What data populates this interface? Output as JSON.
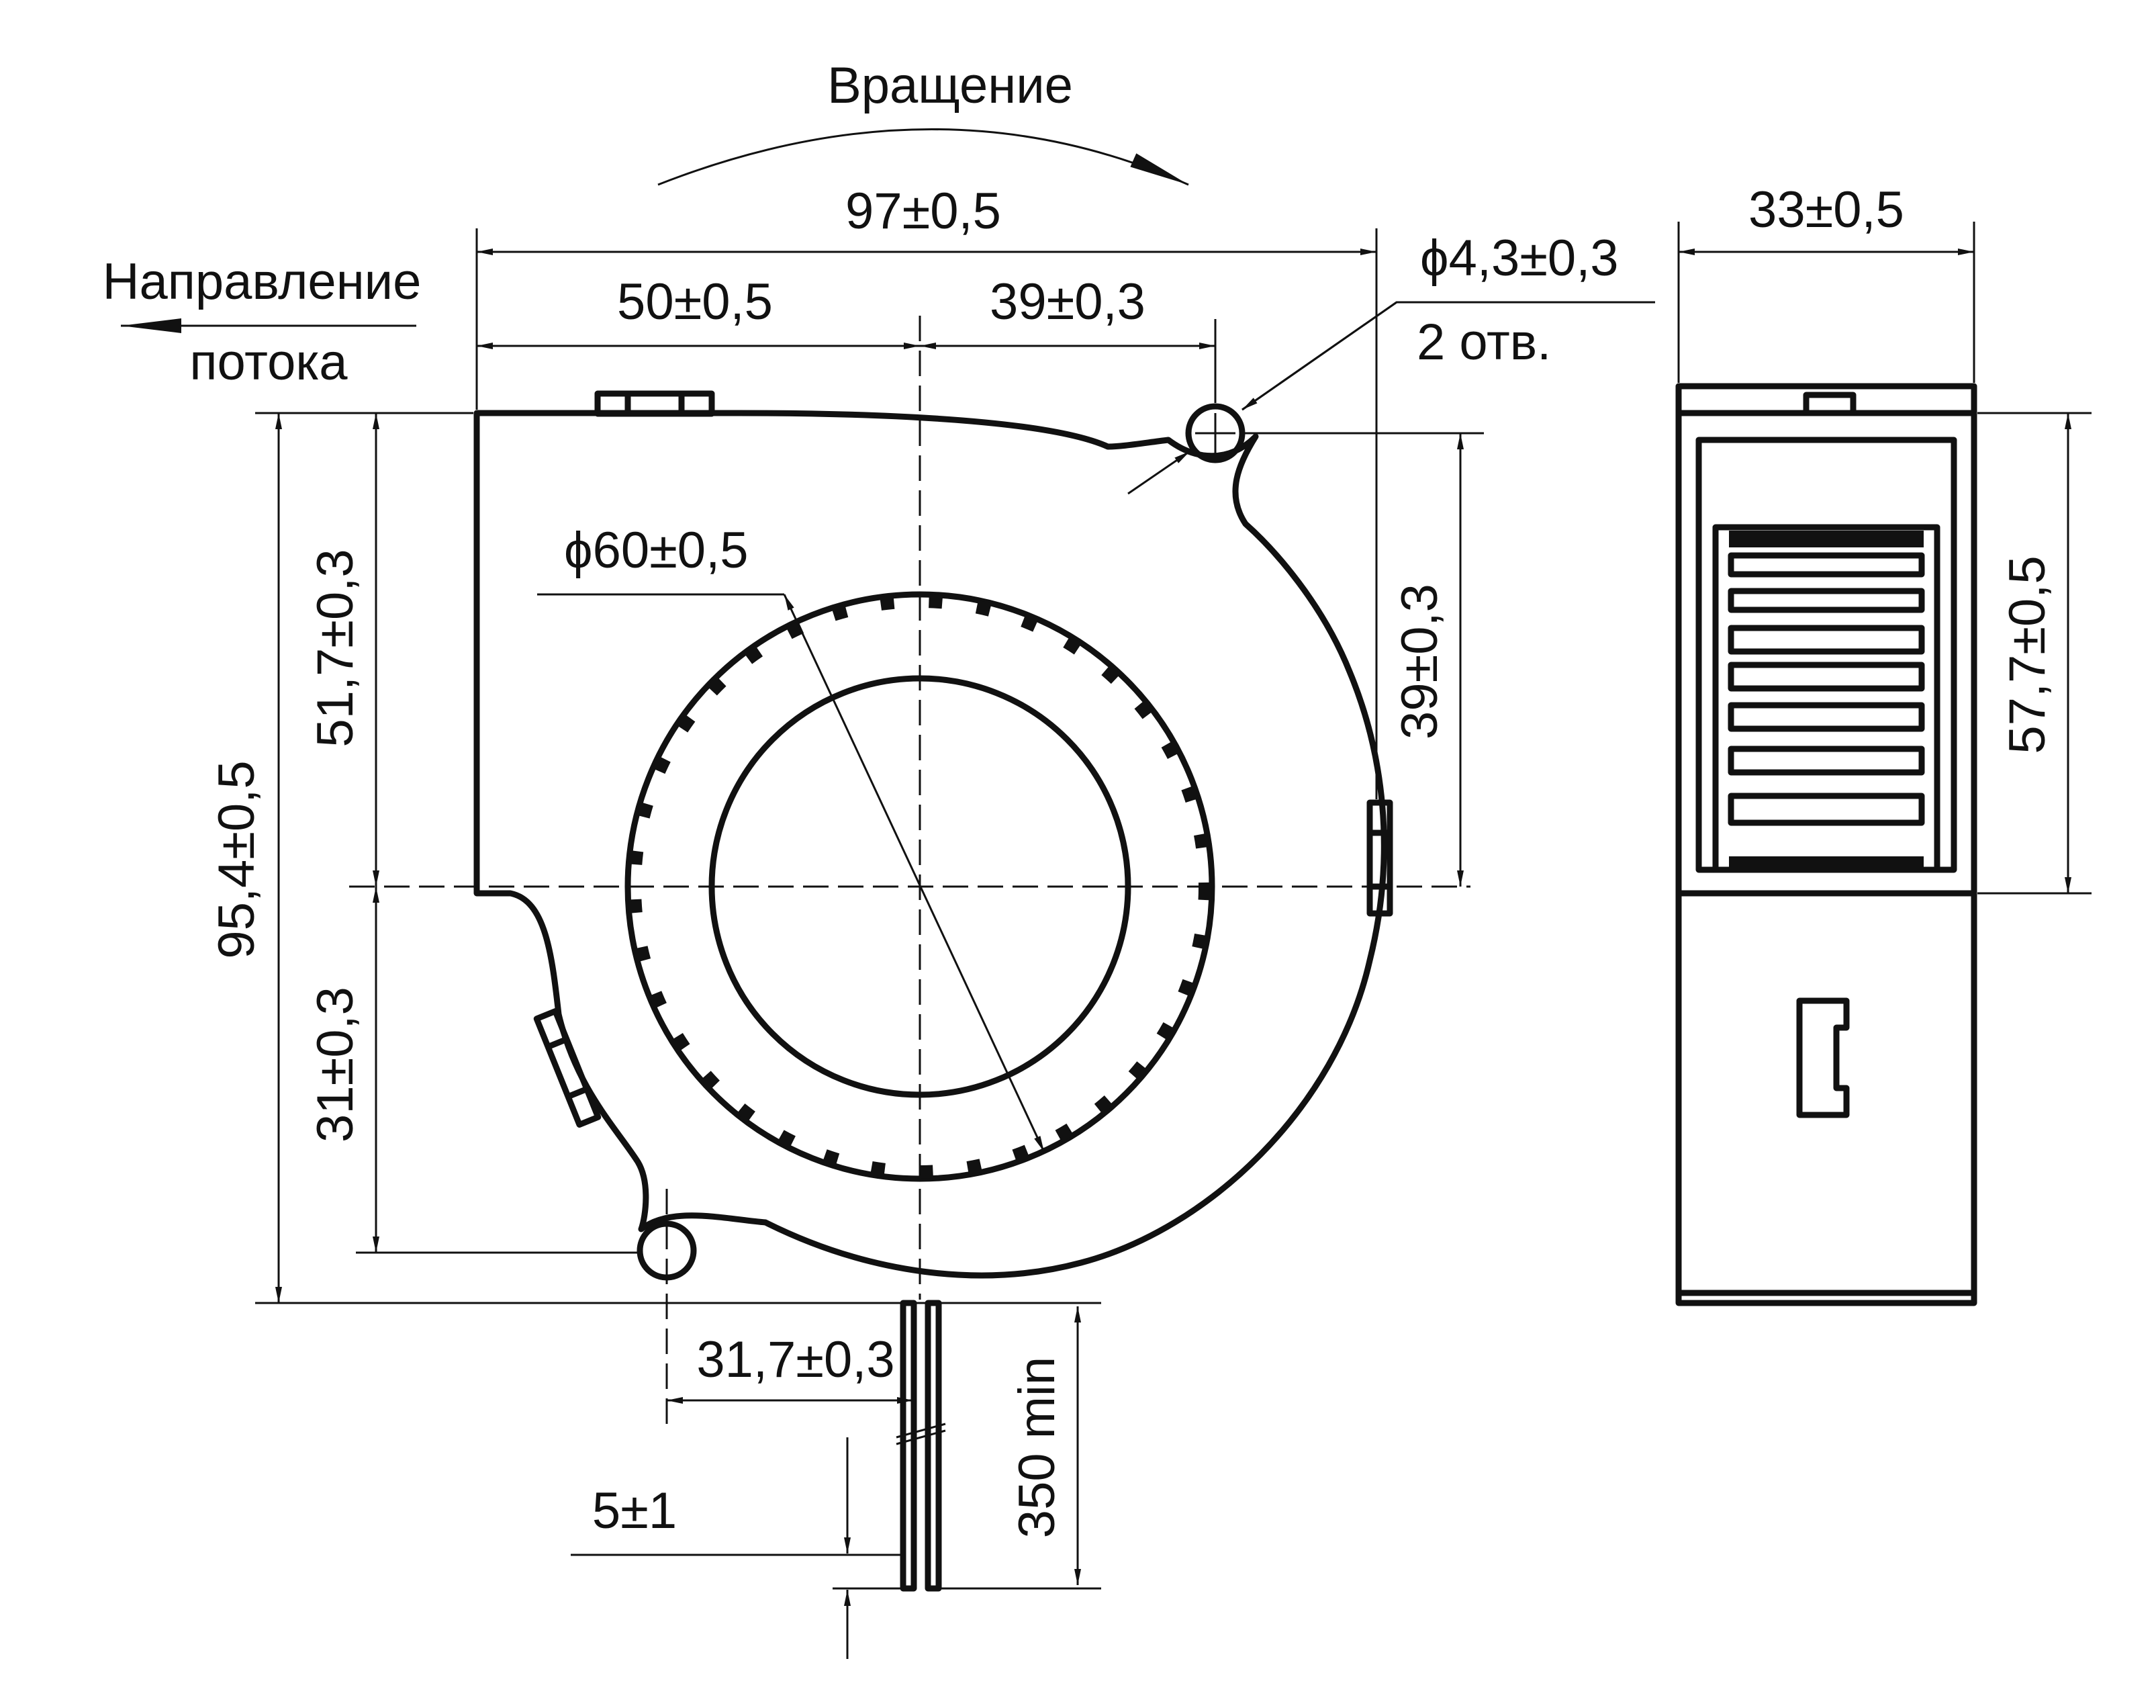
{
  "labels": {
    "rotation": "Вращение",
    "flow_line1": "Направление",
    "flow_line2": "потока",
    "width_total": "97±0,5",
    "offset_left": "50±0,5",
    "offset_right": "39±0,3",
    "hole_diameter": "ϕ4,3±0,3",
    "hole_count": "2 отв.",
    "wheel_diameter": "ϕ60±0,5",
    "height_total": "95,4±0,5",
    "height_upper": "51,7±0,3",
    "height_lower": "31±0,3",
    "hole_height": "39±0,3",
    "lead_offset": "31,7±0,3",
    "lead_length": "350 min",
    "lead_strip": "5±1",
    "depth": "33±0,5",
    "side_height": "57,7±0,5"
  },
  "colors": {
    "line": "#111111",
    "background": "#ffffff"
  }
}
